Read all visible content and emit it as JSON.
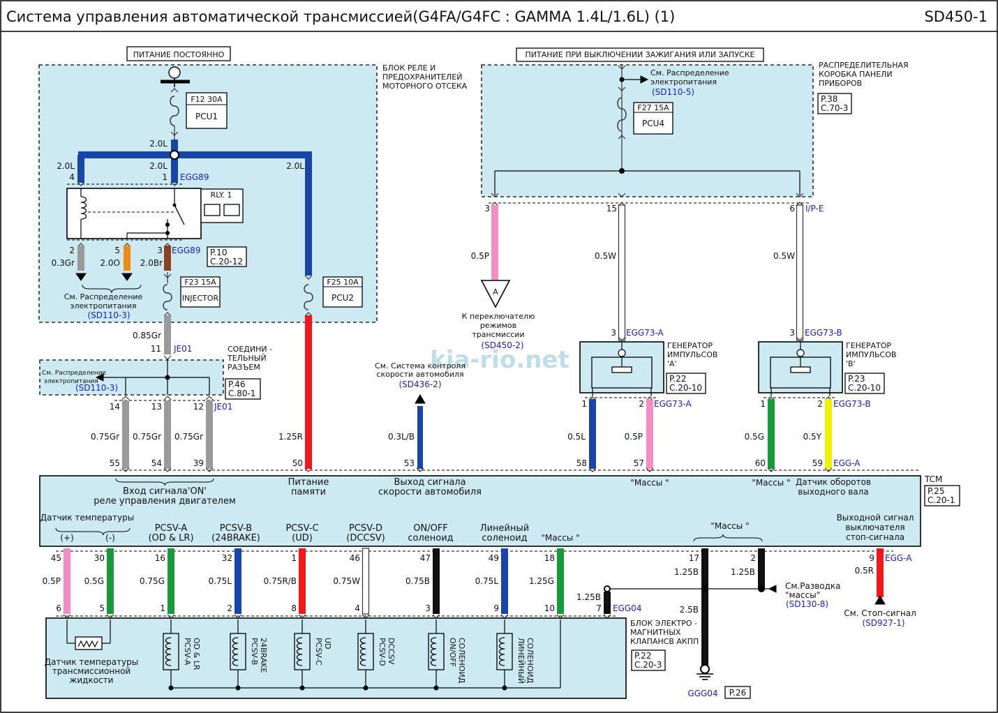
{
  "header": {
    "title": "Система  управления автоматической  трансмиссией(G4FA/G4FC : GAMMA 1.4L/1.6L) (1)",
    "page_code": "SD450-1"
  },
  "watermark": "kia-rio.net",
  "power": {
    "constant": "ПИТАНИЕ  ПОСТОЯННО",
    "ignition": "ПИТАНИЕ  ПРИ  ВЫКЛЮЧЕНИИ  ЗАЖИГАНИЯ  ИЛИ ЗАПУСКЕ"
  },
  "engine_box": {
    "lines": [
      "БЛОК  РЕЛЕ  И",
      "ПРЕДОХРАНИТЕЛЕЙ",
      "МОТОРНОГО  ОТСЕКА"
    ],
    "fuse_pcu1": {
      "rating": "F12  30A",
      "name": "PCU1"
    },
    "fuse_injector": {
      "rating": "F23  15A",
      "name": "INJECTOR"
    },
    "fuse_pcu2": {
      "rating": "F25  10A",
      "name": "PCU2"
    },
    "relay": "RLY. 1",
    "ref_page": "P.10",
    "ref_sheet": "C.20-12",
    "see_lines": [
      "См. Распределение",
      "электропитания"
    ],
    "see_ref": "(SD110-3)"
  },
  "panel_box": {
    "lines": [
      "РАСПРЕДЕЛИТЕЛЬНАЯ",
      "КОРОБКА  ПАНЕЛИ",
      "ПРИБОРОВ"
    ],
    "ref_page": "P.38",
    "ref_sheet": "C.70-3",
    "see_lines": [
      "См. Распределение",
      "электропитания"
    ],
    "see_ref": "(SD110-5)",
    "fuse_pcu4": {
      "rating": "F27  15A",
      "name": "PCU4"
    }
  },
  "joint": {
    "lines": [
      "СОЕДИНИ -",
      "ТЕЛЬНЫЙ",
      "РАЗЪЕМ"
    ],
    "ref_page": "P.46",
    "ref_sheet": "C.80-1",
    "see_lines": [
      "См. Распределение",
      "электропитания"
    ],
    "see_ref": "(SD110-3)"
  },
  "connectors": {
    "egg89": "EGG89",
    "je01": "JE01",
    "ipe": "I/P-E",
    "egg73a": "EGG73-A",
    "egg73b": "EGG73-B",
    "egga": "EGG-A",
    "egg04": "EGG04",
    "ggg04": "GGG04",
    "ggg04_ref": "P.26"
  },
  "wires": {
    "w20l_a": "2.0L",
    "w20l_b": "2.0L",
    "w20l_c": "2.0L",
    "w20l_d": "2.0L",
    "w03gr": "0.3Gr",
    "w20o": "2.0O",
    "w20br": "2.0Br",
    "w085gr": "0.85Gr",
    "w075gr_a": "0.75Gr",
    "w075gr_b": "0.75Gr",
    "w075gr_c": "0.75Gr",
    "w125r": "1.25R",
    "w03lb": "0.3L/B",
    "w05p_a": "0.5P",
    "w05w_a": "0.5W",
    "w05w_b": "0.5W",
    "w05l": "0.5L",
    "w05p_b": "0.5P",
    "w05g_a": "0.5G",
    "w05y": "0.5Y",
    "w05p_c": "0.5P",
    "w05g_b": "0.5G",
    "w075g": "0.75G",
    "w075l_a": "0.75L",
    "w075rb": "0.75R/B",
    "w075w": "0.75W",
    "w075b": "0.75B",
    "w075l_b": "0.75L",
    "w125g": "1.25G",
    "w125b_a": "1.25B",
    "w125b_b": "1.25B",
    "w125b_c": "1.25B",
    "w25b": "2.5B",
    "w05r": "0.5R"
  },
  "pins": {
    "p4": "4",
    "p1a": "1",
    "p2a": "2",
    "p5a": "5",
    "p3a": "3",
    "p11": "11",
    "p14": "14",
    "p13": "13",
    "p12": "12",
    "p55": "55",
    "p54": "54",
    "p39": "39",
    "p50": "50",
    "p53": "53",
    "p58": "58",
    "p57": "57",
    "p60": "60",
    "p59": "59",
    "p3b": "3",
    "p15": "15",
    "p6a": "6",
    "p3c": "3",
    "p3d": "3",
    "p1c": "1",
    "p2c": "2",
    "p1d": "1",
    "p2d": "2",
    "p45": "45",
    "p30": "30",
    "p16": "16",
    "p32": "32",
    "p1e": "1",
    "p46": "46",
    "p47": "47",
    "p49": "49",
    "p18": "18",
    "p17": "17",
    "p2e": "2",
    "p9": "9",
    "p6b": "6",
    "p5b": "5",
    "p1f": "1",
    "p2f": "2",
    "p8": "8",
    "p4b": "4",
    "p3e": "3",
    "p9b": "9",
    "p10": "10",
    "p7": "7"
  },
  "refs": {
    "shift_lines": [
      "К переключателю",
      "режимов",
      "трансмиссии"
    ],
    "shift_ref": "(SD450-2)",
    "shift_symbol": "A",
    "speed_lines": [
      "См. Система  контроля",
      "скорости автомобиля"
    ],
    "speed_ref": "(SD436-2)",
    "gen_a_lines": [
      "ГЕНЕРАТОР",
      "ИМПУЛЬСОВ",
      "'A'"
    ],
    "gen_a_page": "P.22",
    "gen_a_sheet": "C.20-10",
    "gen_b_lines": [
      "ГЕНЕРАТОР",
      "ИМПУЛЬСОВ",
      "'B'"
    ],
    "gen_b_page": "P.23",
    "gen_b_sheet": "C.20-10",
    "ground_lines": [
      "См.Разводка",
      "\"массы\""
    ],
    "ground_ref": "(SD130-8)",
    "stop_lines": [
      "См. Стоп-сигнал"
    ],
    "stop_ref": "(SD927-1)"
  },
  "tcm": {
    "name": "TCM",
    "ref_page": "P.25",
    "ref_sheet": "C.20-1",
    "relay_lines": [
      "Вход  сигнала'ON'",
      "реле управления двигателем"
    ],
    "memory_lines": [
      "Питание",
      "памяти"
    ],
    "speed_lines": [
      "Выход  сигнала",
      "скорости  автомобиля"
    ],
    "mass_a": "\"Массы \"",
    "mass_b": "\"Массы \"",
    "output_lines": [
      "Датчик оборотов",
      "выходного вала"
    ],
    "temp_sensor": "Датчик температуры",
    "temp_plus": "(+)",
    "temp_minus": "(-)",
    "pcsva_lines": [
      "PCSV-A",
      "(OD & LR)"
    ],
    "pcsvb_lines": [
      "PCSV-B",
      "(24BRAKE)"
    ],
    "pcsvc_lines": [
      "PCSV-C",
      "(UD)"
    ],
    "pcsvd_lines": [
      "PCSV-D",
      "(DCCSV)"
    ],
    "onoff_lines": [
      "ON/OFF",
      "соленоид"
    ],
    "linear_lines": [
      "Линейный",
      "соленоид"
    ],
    "mass_c": "\"Массы \"",
    "mass_d": "\"Массы \"",
    "stop_lines": [
      "Выходной сигнал",
      "выключателя",
      "стоп-сигнала"
    ]
  },
  "solenoid_block": {
    "lines": [
      "БЛОК  ЭЛЕКТРО -",
      "МАГНИТНЫХ",
      "КЛАПАНСВ  АКПП"
    ],
    "ref_page": "P.22",
    "ref_sheet": "C.20-3",
    "sensor_lines": [
      "Датчик температуры",
      "трансмиссионной",
      "жидкости"
    ],
    "sol_pcsva": [
      "PCSV-A",
      "OD & LR"
    ],
    "sol_pcsvb": [
      "PCSV-B",
      "24BRAKE"
    ],
    "sol_pcsvc": [
      "PCSV-C",
      "UD"
    ],
    "sol_pcsvd": [
      "PCSV-D",
      "DCCSV"
    ],
    "sol_onoff": [
      "ON/OFF",
      "СОЛЕНОИД"
    ],
    "sol_linear": [
      "ЛИНЕЙНЫЙ",
      "СОЛЕНОИД"
    ]
  },
  "colors": {
    "box_fill": "#cdeaf2",
    "blue": "#1846a8",
    "red": "#f01818",
    "gray": "#9a9a9a",
    "pink": "#f58cc4",
    "green": "#179a3a",
    "yellow": "#f2f200",
    "orange": "#f08a14",
    "brown": "#8a4424",
    "black": "#101010",
    "white": "#ffffff",
    "ref_blue": "#1a1ad6"
  }
}
